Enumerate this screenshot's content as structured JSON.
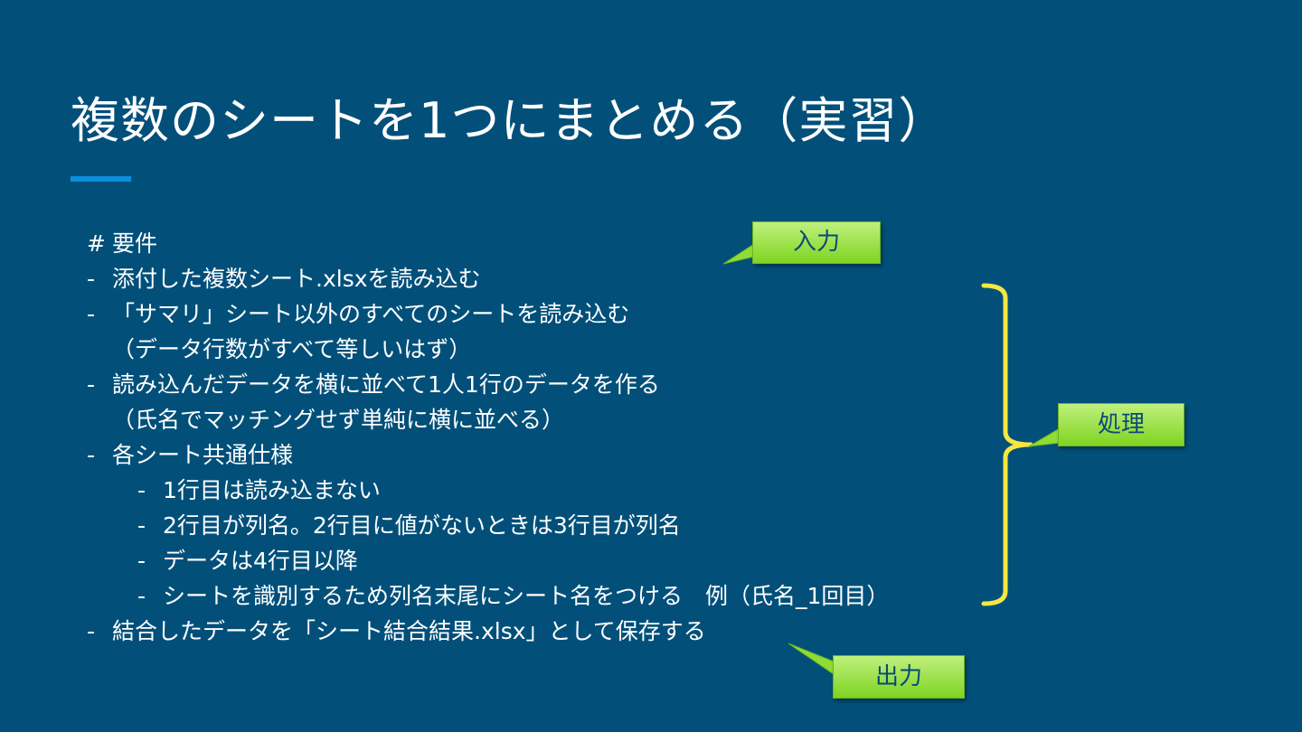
{
  "slide": {
    "title": "複数のシートを1つにまとめる（実習）"
  },
  "requirements": [
    {
      "marker": "#",
      "text": "要件",
      "kind": "heading"
    },
    {
      "marker": "-",
      "text": "添付した複数シート.xlsxを読み込む",
      "kind": "item"
    },
    {
      "marker": "-",
      "text": "「サマリ」シート以外のすべてのシートを読み込む",
      "kind": "item"
    },
    {
      "marker": "",
      "text": "（データ行数がすべて等しいはず）",
      "kind": "cont"
    },
    {
      "marker": "-",
      "text": "読み込んだデータを横に並べて1人1行のデータを作る",
      "kind": "item"
    },
    {
      "marker": "",
      "text": "（氏名でマッチングせず単純に横に並べる）",
      "kind": "cont"
    },
    {
      "marker": "-",
      "text": "各シート共通仕様",
      "kind": "item"
    },
    {
      "marker": "-",
      "text": "1行目は読み込まない",
      "kind": "sub"
    },
    {
      "marker": "-",
      "text": "2行目が列名。2行目に値がないときは3行目が列名",
      "kind": "sub"
    },
    {
      "marker": "-",
      "text": "データは4行目以降",
      "kind": "sub"
    },
    {
      "marker": "-",
      "text": "シートを識別するため列名末尾にシート名をつける　例（氏名_1回目）",
      "kind": "sub"
    },
    {
      "marker": "-",
      "text": "結合したデータを「シート結合結果.xlsx」として保存する",
      "kind": "item"
    }
  ],
  "callouts": {
    "input": "入力",
    "process": "処理",
    "output": "出力"
  },
  "colors": {
    "background": "#02507a",
    "accent": "#0b8fdc",
    "callout_fill": "#9be24a",
    "brace": "#f5e642"
  }
}
